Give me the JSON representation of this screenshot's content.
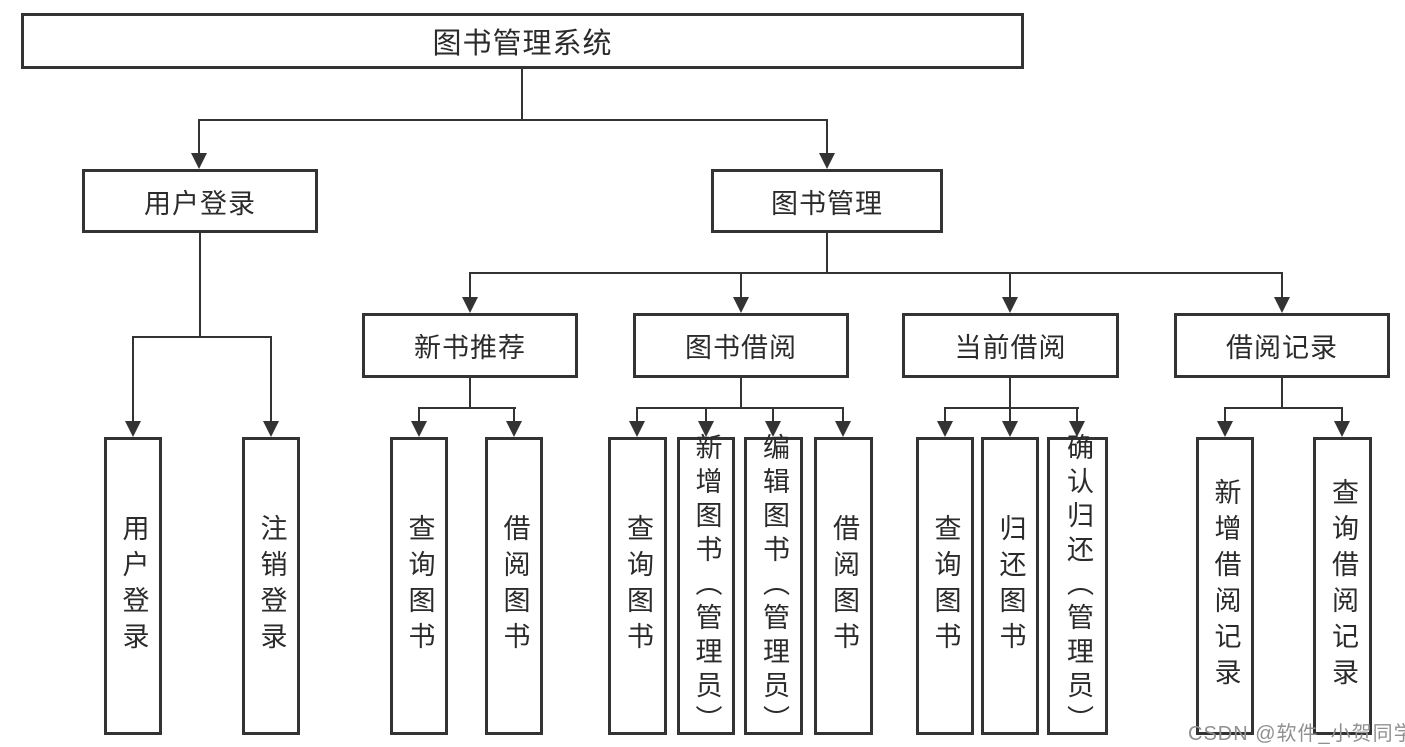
{
  "diagram": {
    "root": {
      "label": "图书管理系统"
    },
    "level2": {
      "user_login": {
        "label": "用户登录"
      },
      "book_mgmt": {
        "label": "图书管理"
      }
    },
    "level3": {
      "new_books": {
        "label": "新书推荐"
      },
      "borrow": {
        "label": "图书借阅"
      },
      "current": {
        "label": "当前借阅"
      },
      "records": {
        "label": "借阅记录"
      }
    },
    "leaves": {
      "user_login": [
        "用户登录",
        "注销登录"
      ],
      "new_books": [
        "查询图书",
        "借阅图书"
      ],
      "borrow": [
        "查询图书",
        "新增图书（管理员）",
        "编辑图书（管理员）",
        "借阅图书"
      ],
      "current": [
        "查询图书",
        "归还图书",
        "确认归还（管理员）"
      ],
      "records": [
        "新增借阅记录",
        "查询借阅记录"
      ]
    },
    "watermark": "CSDN @软件_小贺同学"
  }
}
